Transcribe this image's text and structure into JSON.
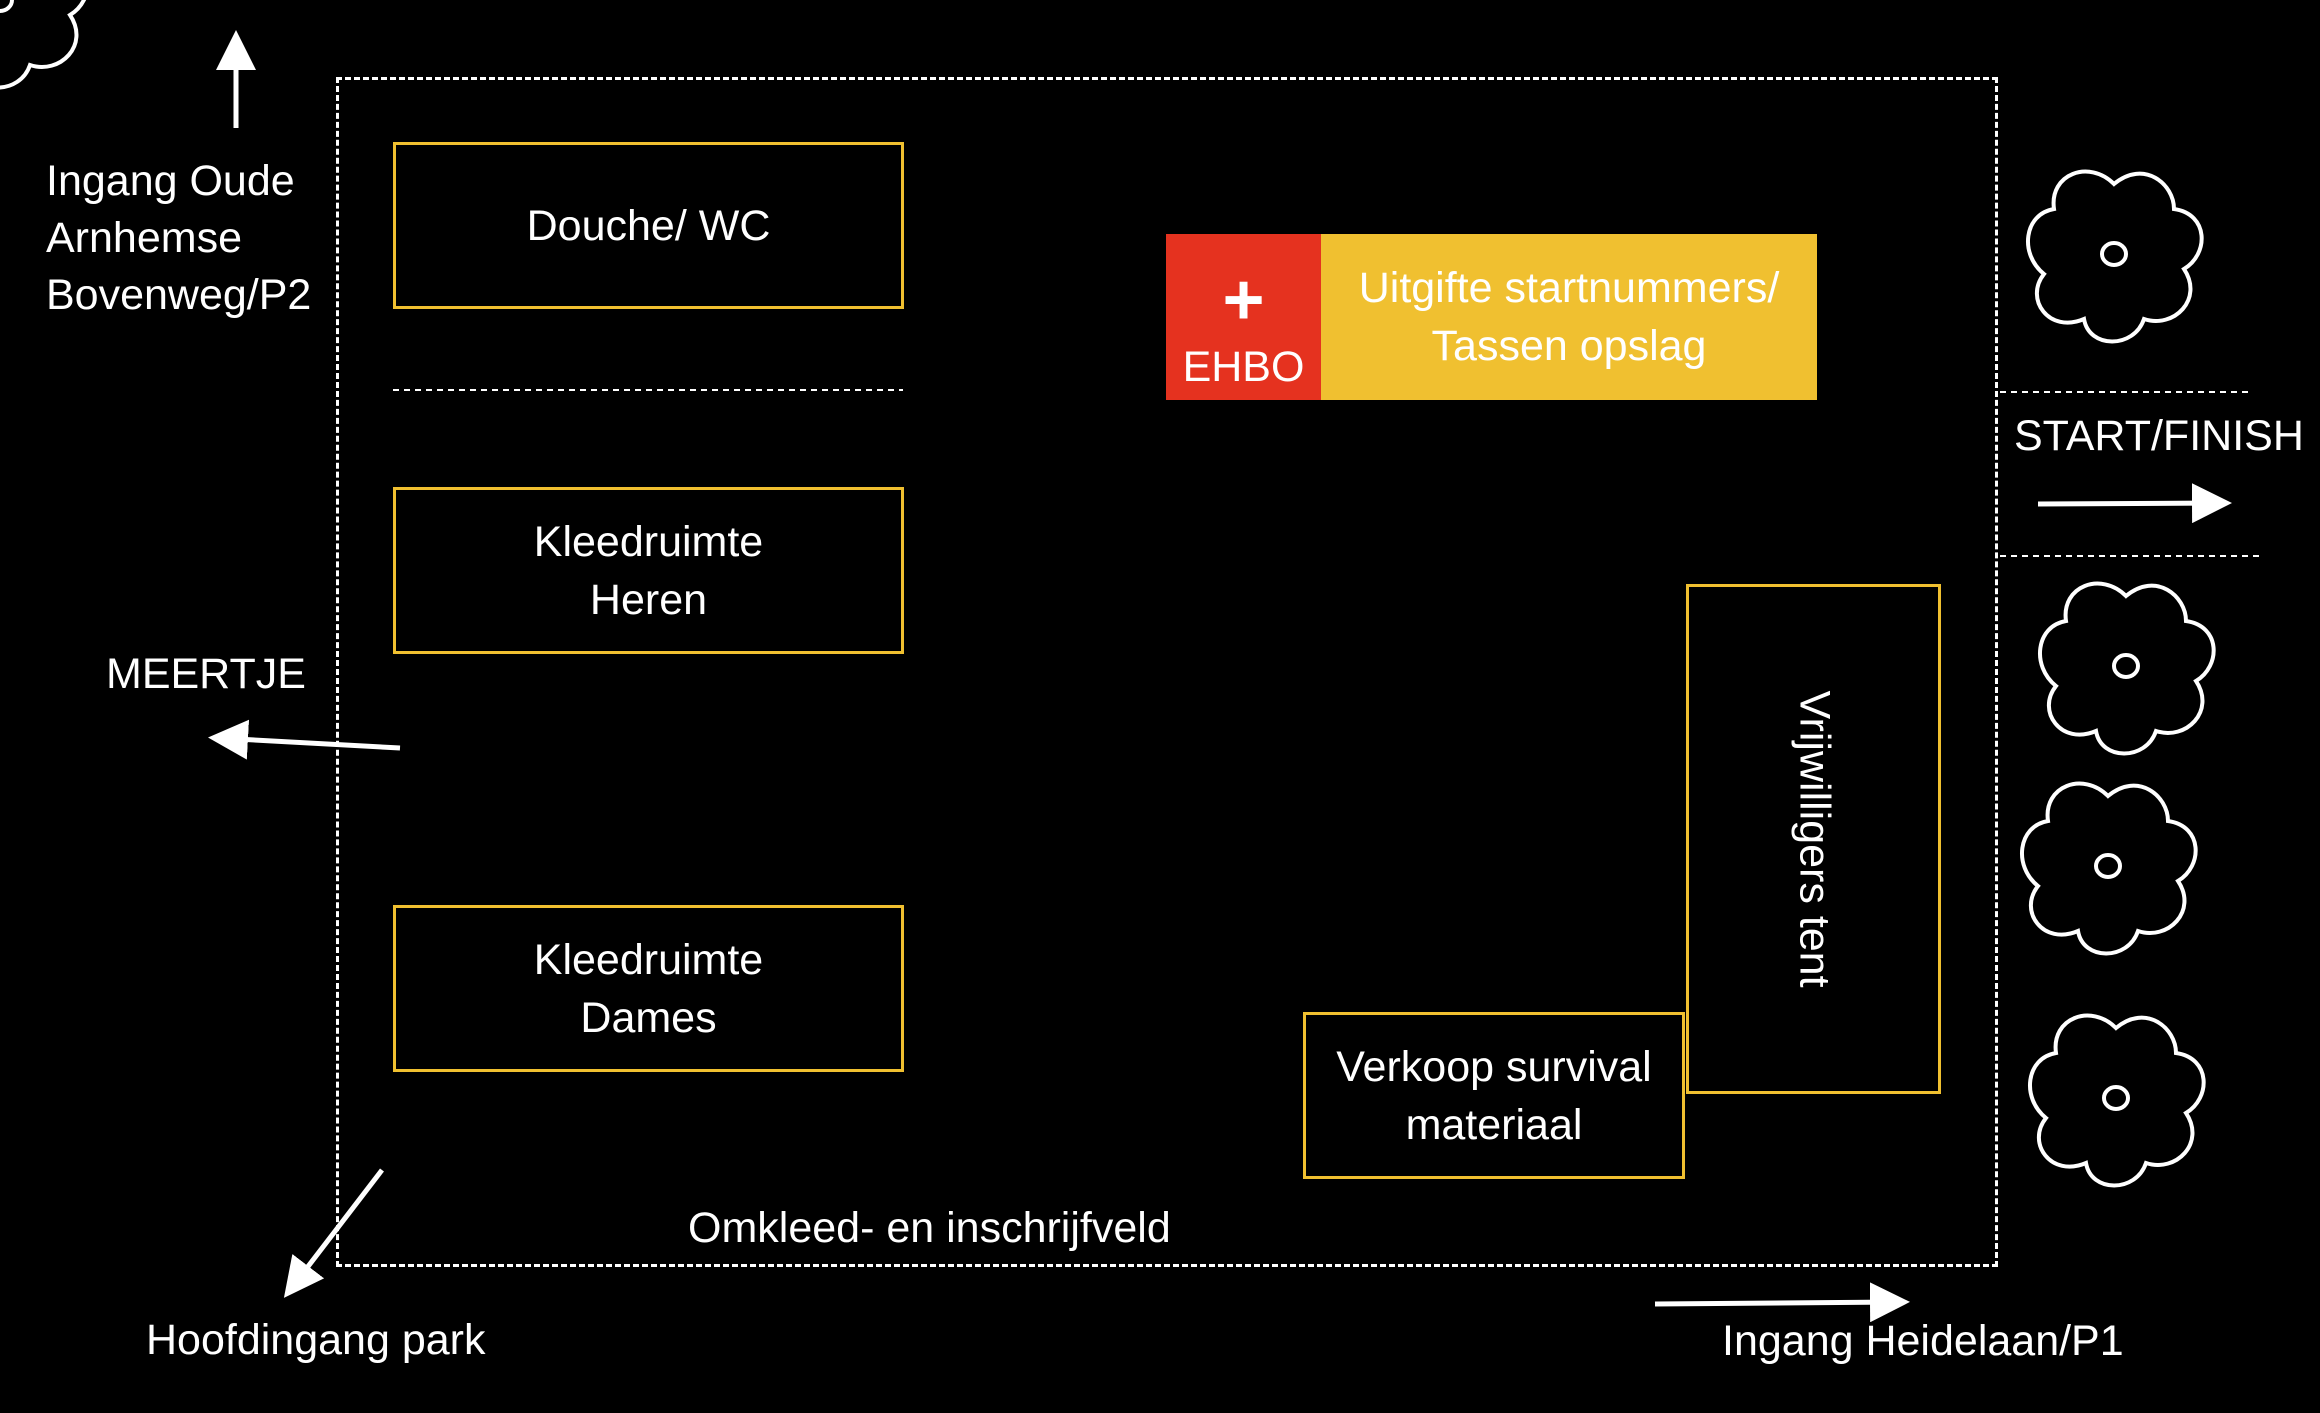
{
  "labels": {
    "ingang_oude": "Ingang Oude\nArnhemse\nBovenweg/P2",
    "meertje": "MEERTJE",
    "hoofdingang": "Hoofdingang park",
    "ingang_heidelaan": "Ingang Heidelaan/P1",
    "start_finish": "START/FINISH",
    "field": "Omkleed- en inschrijfveld"
  },
  "boxes": {
    "douche": "Douche/ WC",
    "kleed_heren": "Kleedruimte\nHeren",
    "kleed_dames": "Kleedruimte\nDames",
    "verkoop": "Verkoop survival\nmateriaal",
    "vrijwilligers": "Vrijwilligers tent",
    "uitgifte": "Uitgifte startnummers/\nTassen opslag",
    "ehbo": "EHBO",
    "ehbo_symbol": "+"
  },
  "colors": {
    "background": "#000000",
    "box_border": "#f0c030",
    "ehbo": "#e5321f",
    "uitgifte": "#f0c030",
    "text": "#ffffff"
  },
  "icons": [
    "arrow-icon",
    "tree-icon"
  ]
}
